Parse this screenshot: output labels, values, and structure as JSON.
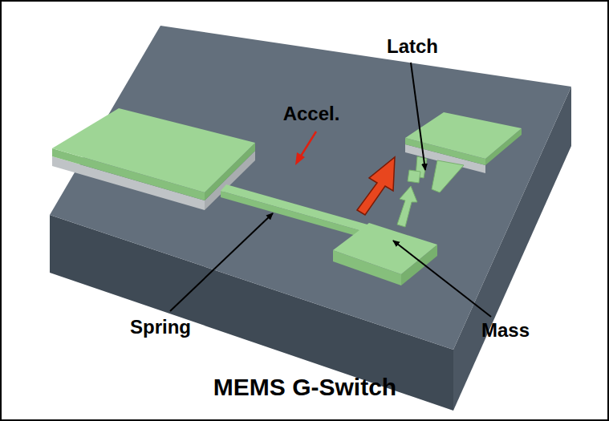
{
  "diagram": {
    "caption": "MEMS G-Switch",
    "labels": [
      "Latch",
      "Accel.",
      "Spring",
      "Mass"
    ]
  }
}
